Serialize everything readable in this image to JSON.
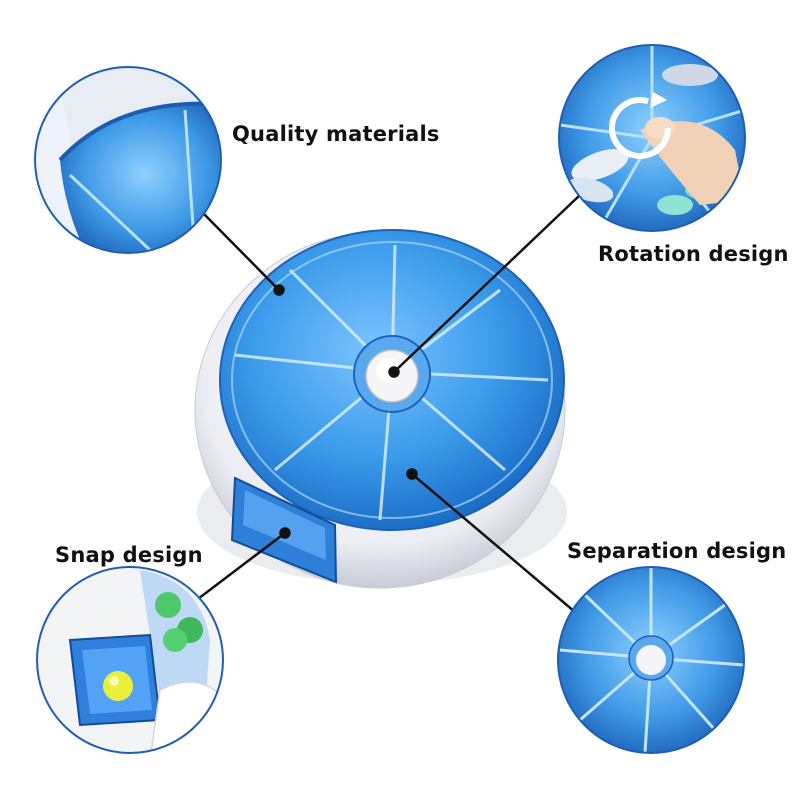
{
  "callouts": {
    "quality": "Quality materials",
    "rotation": "Rotation design",
    "snap": "Snap design",
    "separation": "Separation design"
  },
  "colors": {
    "lid_blue": "#2e8fe3",
    "base_white": "#f2f3f7",
    "leader_line": "#111111"
  }
}
